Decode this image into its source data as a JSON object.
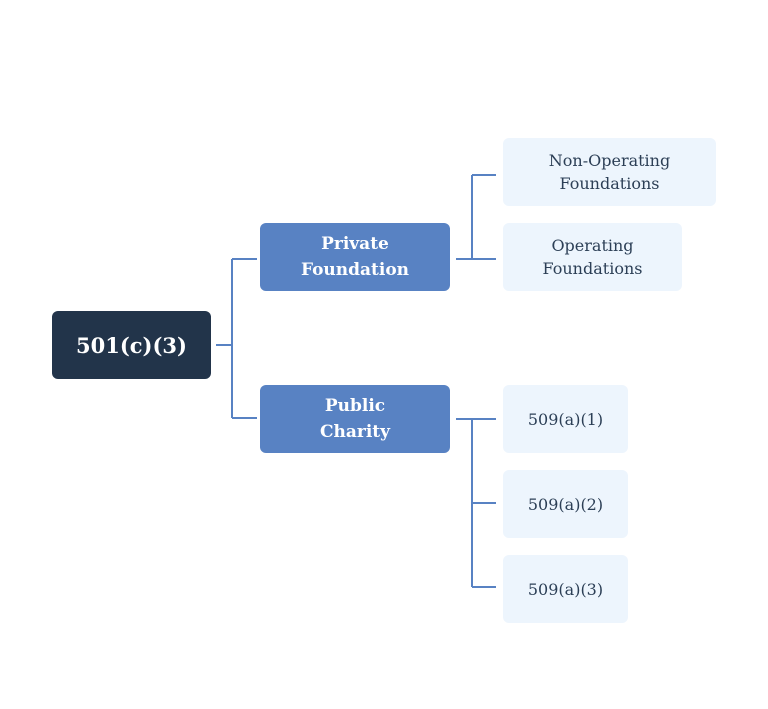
{
  "root": {
    "label": "501(c)(3)"
  },
  "branches": [
    {
      "label": "Private\nFoundation",
      "children": [
        {
          "label": "Non-Operating\nFoundations"
        },
        {
          "label": "Operating\nFoundations"
        }
      ]
    },
    {
      "label": "Public\nCharity",
      "children": [
        {
          "label": "509(a)(1)"
        },
        {
          "label": "509(a)(2)"
        },
        {
          "label": "509(a)(3)"
        }
      ]
    }
  ],
  "colors": {
    "root_fill": "#22344a",
    "branch_fill": "#5882c3",
    "leaf_fill": "#edf5fd",
    "connector": "#5882c3"
  }
}
